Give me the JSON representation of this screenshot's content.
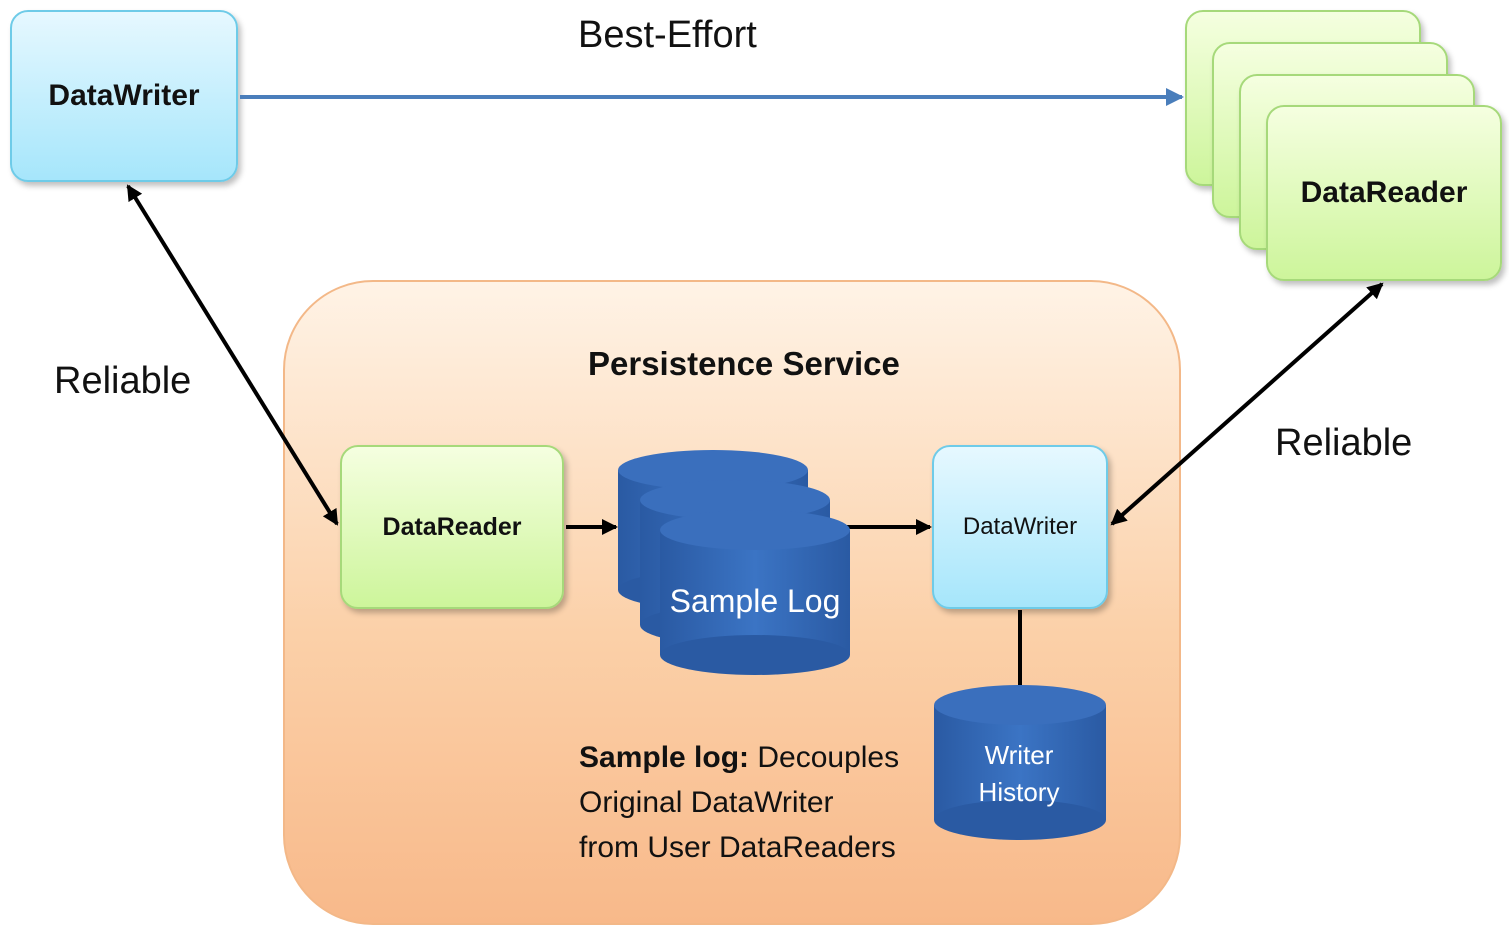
{
  "top_writer": {
    "label": "DataWriter"
  },
  "reader_stack": {
    "label": "DataReader"
  },
  "best_effort_label": "Best-Effort",
  "reliable_left_label": "Reliable",
  "reliable_right_label": "Reliable",
  "persistence": {
    "title": "Persistence Service",
    "reader_label": "DataReader",
    "sample_log_label": "Sample Log",
    "writer_label": "DataWriter",
    "writer_history_line1": "Writer",
    "writer_history_line2": "History",
    "note_bold": "Sample log:",
    "note_line1": " Decouples",
    "note_line2": "Original DataWriter",
    "note_line3": "from User DataReaders"
  },
  "colors": {
    "writer_box": "#a6e6fb",
    "reader_box": "#cdf59b",
    "persistence_bg": "#fbd0a8",
    "cylinder": "#2f63b0",
    "best_effort_arrow": "#4a7ebb",
    "reliable_arrow": "#000000"
  },
  "icons": {
    "sample_log": "database-stack-icon",
    "writer_history": "database-icon"
  }
}
